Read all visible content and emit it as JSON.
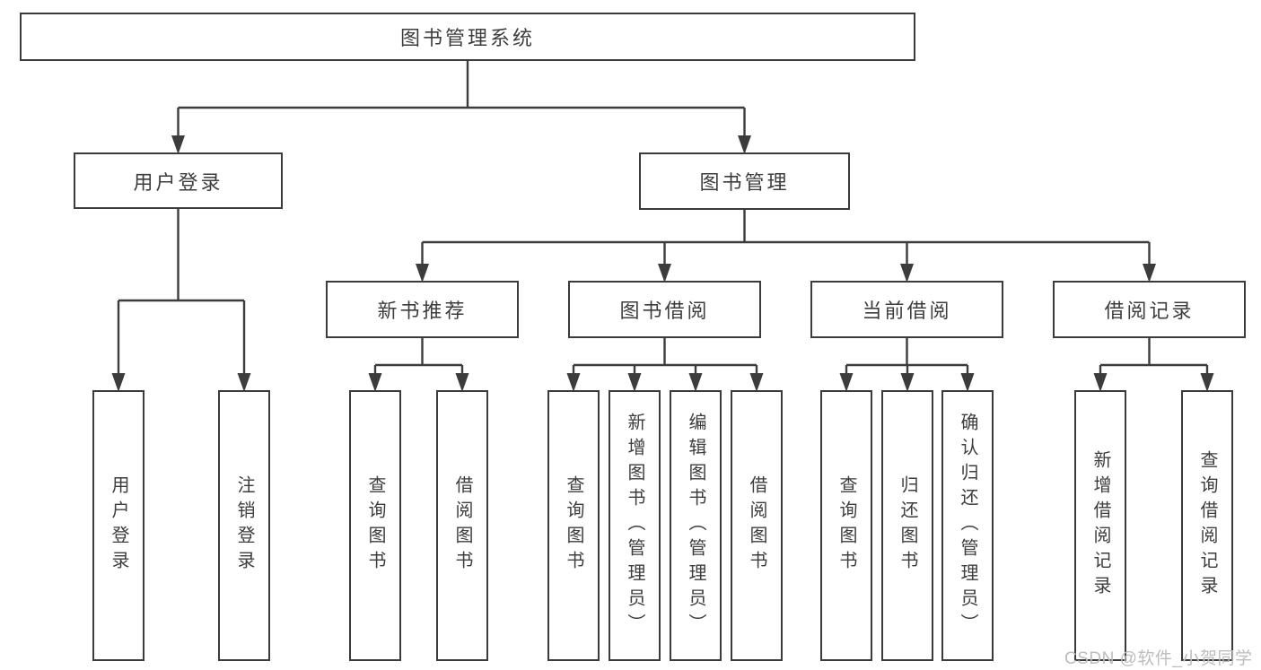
{
  "diagram_title": "图书管理系统",
  "tree": {
    "label": "图书管理系统",
    "children": [
      {
        "label": "用户登录",
        "children": [
          {
            "label": "用户登录"
          },
          {
            "label": "注销登录"
          }
        ]
      },
      {
        "label": "图书管理",
        "children": [
          {
            "label": "新书推荐",
            "children": [
              {
                "label": "查询图书"
              },
              {
                "label": "借阅图书"
              }
            ]
          },
          {
            "label": "图书借阅",
            "children": [
              {
                "label": "查询图书"
              },
              {
                "label": "新增图书（管理员）"
              },
              {
                "label": "编辑图书（管理员）"
              },
              {
                "label": "借阅图书"
              }
            ]
          },
          {
            "label": "当前借阅",
            "children": [
              {
                "label": "查询图书"
              },
              {
                "label": "归还图书"
              },
              {
                "label": "确认归还（管理员）"
              }
            ]
          },
          {
            "label": "借阅记录",
            "children": [
              {
                "label": "新增借阅记录"
              },
              {
                "label": "查询借阅记录"
              }
            ]
          }
        ]
      }
    ]
  },
  "watermark": {
    "text": "CSDN @软件_小贺同学"
  },
  "colors": {
    "background": "#ffffff",
    "line": "#3c3c3c",
    "box_border": "#3b3b3b",
    "text": "#3d3d3d",
    "watermark": "#bdbdbd"
  }
}
